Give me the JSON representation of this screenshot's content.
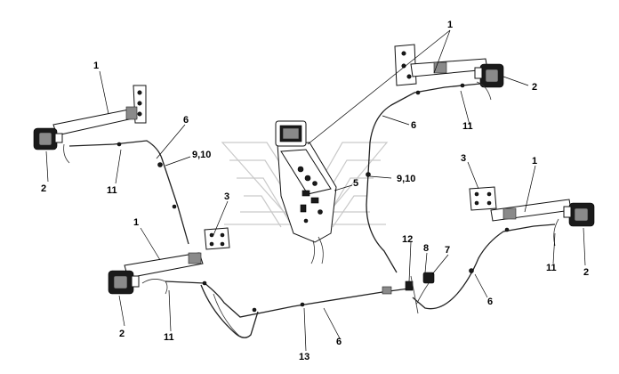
{
  "callouts": {
    "c1_a": "1",
    "c1_b": "1",
    "c1_c": "1",
    "c1_d": "1",
    "c2_a": "2",
    "c2_b": "2",
    "c2_c": "2",
    "c2_d": "2",
    "c3_a": "3",
    "c3_b": "3",
    "c5": "5",
    "c6_a": "6",
    "c6_b": "6",
    "c6_c": "6",
    "c6_d": "6",
    "c7": "7",
    "c8": "8",
    "c910_a": "9,10",
    "c910_b": "9,10",
    "c11_a": "11",
    "c11_b": "11",
    "c11_c": "11",
    "c11_d": "11",
    "c12": "12",
    "c13": "13"
  }
}
